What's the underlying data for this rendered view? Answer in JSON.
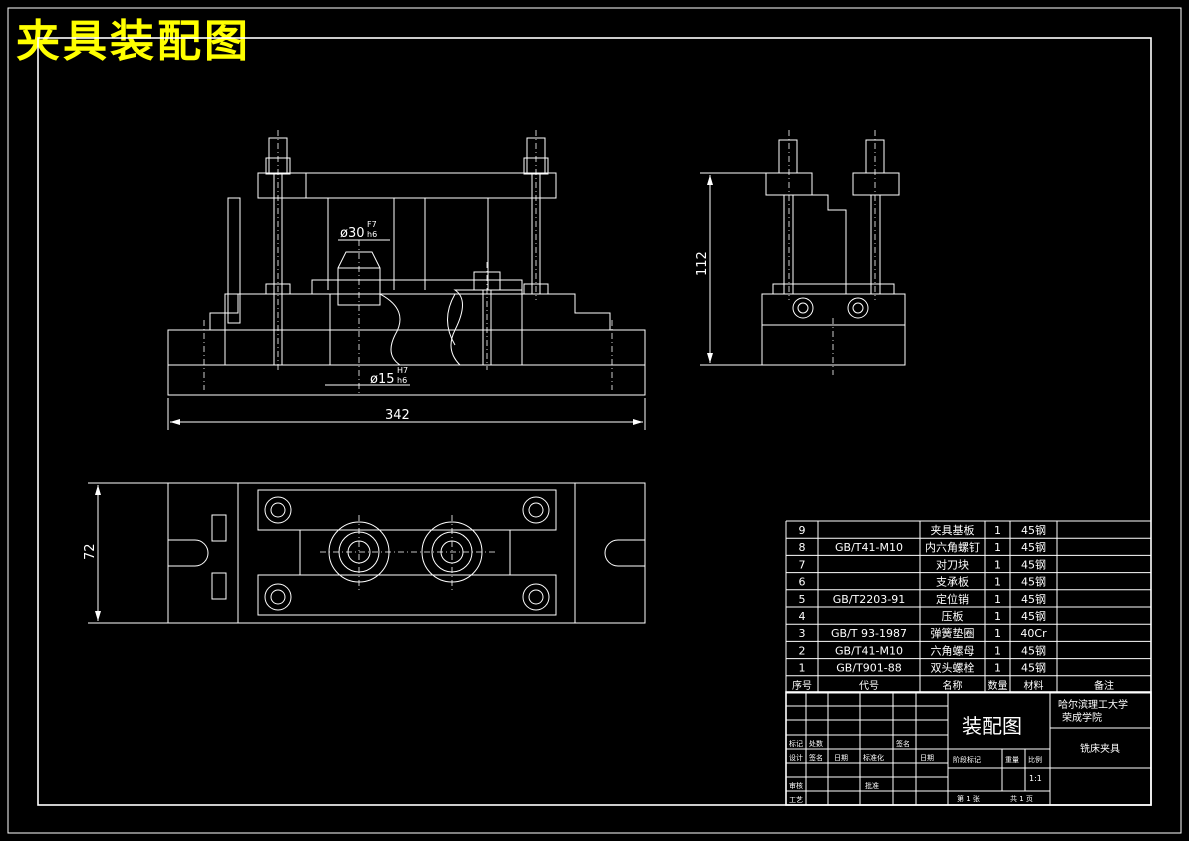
{
  "drawing_title": "夹具装配图",
  "dimensions": {
    "front_width": "342",
    "side_height": "112",
    "top_height": "72",
    "hole_upper": "ø30",
    "hole_upper_fit": "F7",
    "hole_upper_fit2": "h6",
    "hole_lower": "ø15",
    "hole_lower_fit": "H7",
    "hole_lower_fit2": "h6"
  },
  "bom": {
    "rows": [
      {
        "no": "9",
        "code": "",
        "name": "夹具基板",
        "qty": "1",
        "material": "45钢",
        "note": ""
      },
      {
        "no": "8",
        "code": "GB/T41-M10",
        "name": "内六角螺钉",
        "qty": "1",
        "material": "45钢",
        "note": ""
      },
      {
        "no": "7",
        "code": "",
        "name": "对刀块",
        "qty": "1",
        "material": "45钢",
        "note": ""
      },
      {
        "no": "6",
        "code": "",
        "name": "支承板",
        "qty": "1",
        "material": "45钢",
        "note": ""
      },
      {
        "no": "5",
        "code": "GB/T2203-91",
        "name": "定位销",
        "qty": "1",
        "material": "45钢",
        "note": ""
      },
      {
        "no": "4",
        "code": "",
        "name": "压板",
        "qty": "1",
        "material": "45钢",
        "note": ""
      },
      {
        "no": "3",
        "code": "GB/T 93-1987",
        "name": "弹簧垫圈",
        "qty": "1",
        "material": "40Cr",
        "note": ""
      },
      {
        "no": "2",
        "code": "GB/T41-M10",
        "name": "六角螺母",
        "qty": "1",
        "material": "45钢",
        "note": ""
      },
      {
        "no": "1",
        "code": "GB/T901-88",
        "name": "双头螺栓",
        "qty": "1",
        "material": "45钢",
        "note": ""
      }
    ],
    "header": {
      "no": "序号",
      "code": "代号",
      "name": "名称",
      "qty": "数量",
      "material": "材料",
      "note": "备注"
    }
  },
  "title_block": {
    "drawing_name": "装配图",
    "institution_line1": "哈尔滨理工大学",
    "institution_line2": "荣成学院",
    "part_name": "铣床夹具",
    "scale": "1:1",
    "sheet_text": "第 1 张",
    "total_text": "共 1 页",
    "label_mark": "标记",
    "label_count": "处数",
    "label_sign": "签名",
    "label_design": "设计",
    "label_signname": "签名",
    "label_date": "日期",
    "label_std": "标准化",
    "label_date2": "日期",
    "label_stage": "阶段标记",
    "label_weight": "重量",
    "label_ratio": "比例",
    "label_review": "审核",
    "label_approve": "批准",
    "label_process": "工艺"
  }
}
